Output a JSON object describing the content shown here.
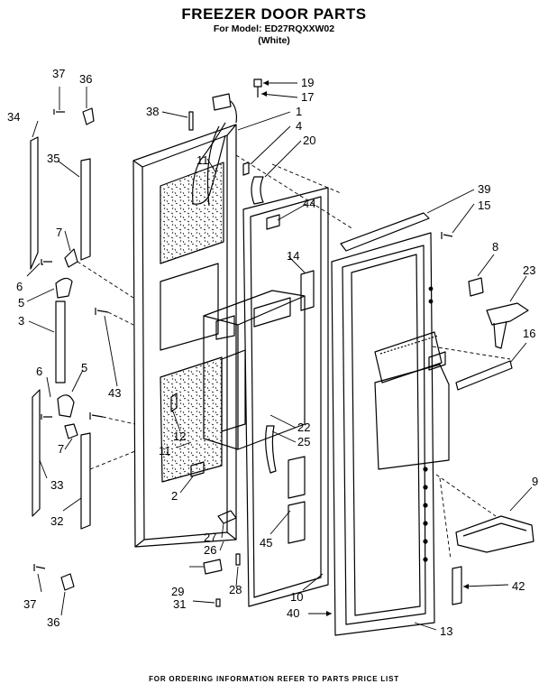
{
  "header": {
    "title": "FREEZER DOOR PARTS",
    "model_line": "For Model: ED27RQXXW02",
    "color_line": "(White)"
  },
  "footer": {
    "note": "FOR ORDERING INFORMATION REFER TO PARTS PRICE LIST"
  },
  "callouts": [
    "37",
    "36",
    "19",
    "17",
    "34",
    "38",
    "1",
    "4",
    "20",
    "35",
    "11",
    "39",
    "15",
    "44",
    "7",
    "8",
    "6",
    "14",
    "23",
    "5",
    "3",
    "16",
    "6",
    "43",
    "5",
    "12",
    "22",
    "11",
    "25",
    "9",
    "7",
    "33",
    "2",
    "32",
    "27",
    "26",
    "45",
    "29",
    "28",
    "31",
    "10",
    "42",
    "37",
    "36",
    "40",
    "13"
  ]
}
